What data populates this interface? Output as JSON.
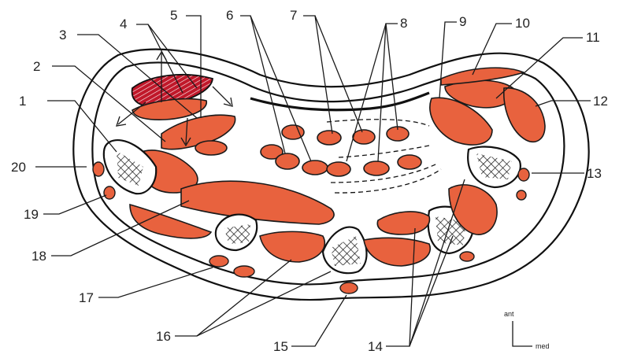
{
  "labels": [
    "1",
    "2",
    "3",
    "4",
    "5",
    "6",
    "7",
    "8",
    "9",
    "10",
    "11",
    "12",
    "13",
    "14",
    "15",
    "16",
    "17",
    "18",
    "19",
    "20"
  ],
  "orientation": {
    "ant": "ant",
    "med": "med"
  },
  "colors": {
    "muscle": "#e8623e",
    "outline": "#111111",
    "background": "#ffffff",
    "hatch_red": "#c0182a"
  }
}
